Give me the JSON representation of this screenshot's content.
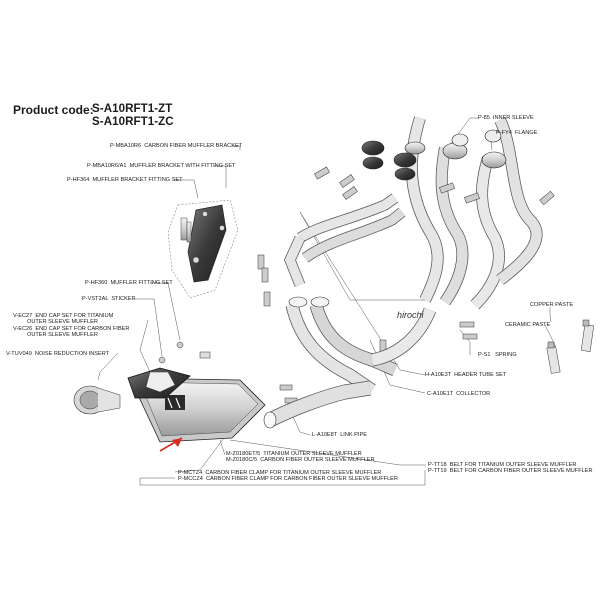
{
  "header": {
    "label": "Product code:",
    "codes": [
      "S-A10RFT1-ZT",
      "S-A10RFT1-ZC"
    ]
  },
  "watermark": "hirochi",
  "accent_color": "#d62d20",
  "parts": {
    "mba10r6": "P-MBA10R6  CARBON FIBER MUFFLER BRACKET",
    "mba10r6a1": "P-MBA10R6/A1  MUFFLER BRACKET WITH FITTING SET",
    "hf364": "P-HF364  MUFFLER BRACKET FITTING SET",
    "hf360": "P-HF360  MUFFLER FITTING SET",
    "vst2al": "P-VST2AL  STICKER",
    "ec27": "V-EC27  END CAP SET FOR TITANIUM\n         OUTER SLEEVE MUFFLER",
    "ec26": "V-EC26  END CAP SET FOR CARBON FIBER\n         OUTER SLEEVE MUFFLER",
    "tuv049": "V-TUV049  NOISE REDUCTION INSERT",
    "p85": "P-85  INNER SLEEVE",
    "fy4": "P-FY4  FLANGE",
    "copper": "COPPER PASTE",
    "ceramic": "CERAMIC PASTE",
    "ps1": "P-S1   SPRING",
    "h_a10e3t": "H-A10E3T  HEADER TUBE SET",
    "c_a10e1t": "C-A10E1T  COLLECTOR",
    "l_a10e8t": "L-A10E8T  LINK PIPE",
    "z0180": "M-Z0180ET/5  TITANIUM OUTER SLEEVE MUFFLER\nM-Z0180C/5  CARBON FIBER OUTER SLEEVE MUFFLER",
    "clamps": "P-MCTZ4  CARBON FIBER CLAMP FOR TITANIUM OUTER SLEEVE MUFFLER\nP-MCCZ4  CARBON FIBER CLAMP FOR CARBON FIBER OUTER SLEEVE MUFFLER",
    "belts": "P-TT18  BELT FOR TITANIUM OUTER SLEEVE MUFFLER\nP-TT19  BELT FOR CARBON FIBER OUTER SLEEVE MUFFLER"
  }
}
